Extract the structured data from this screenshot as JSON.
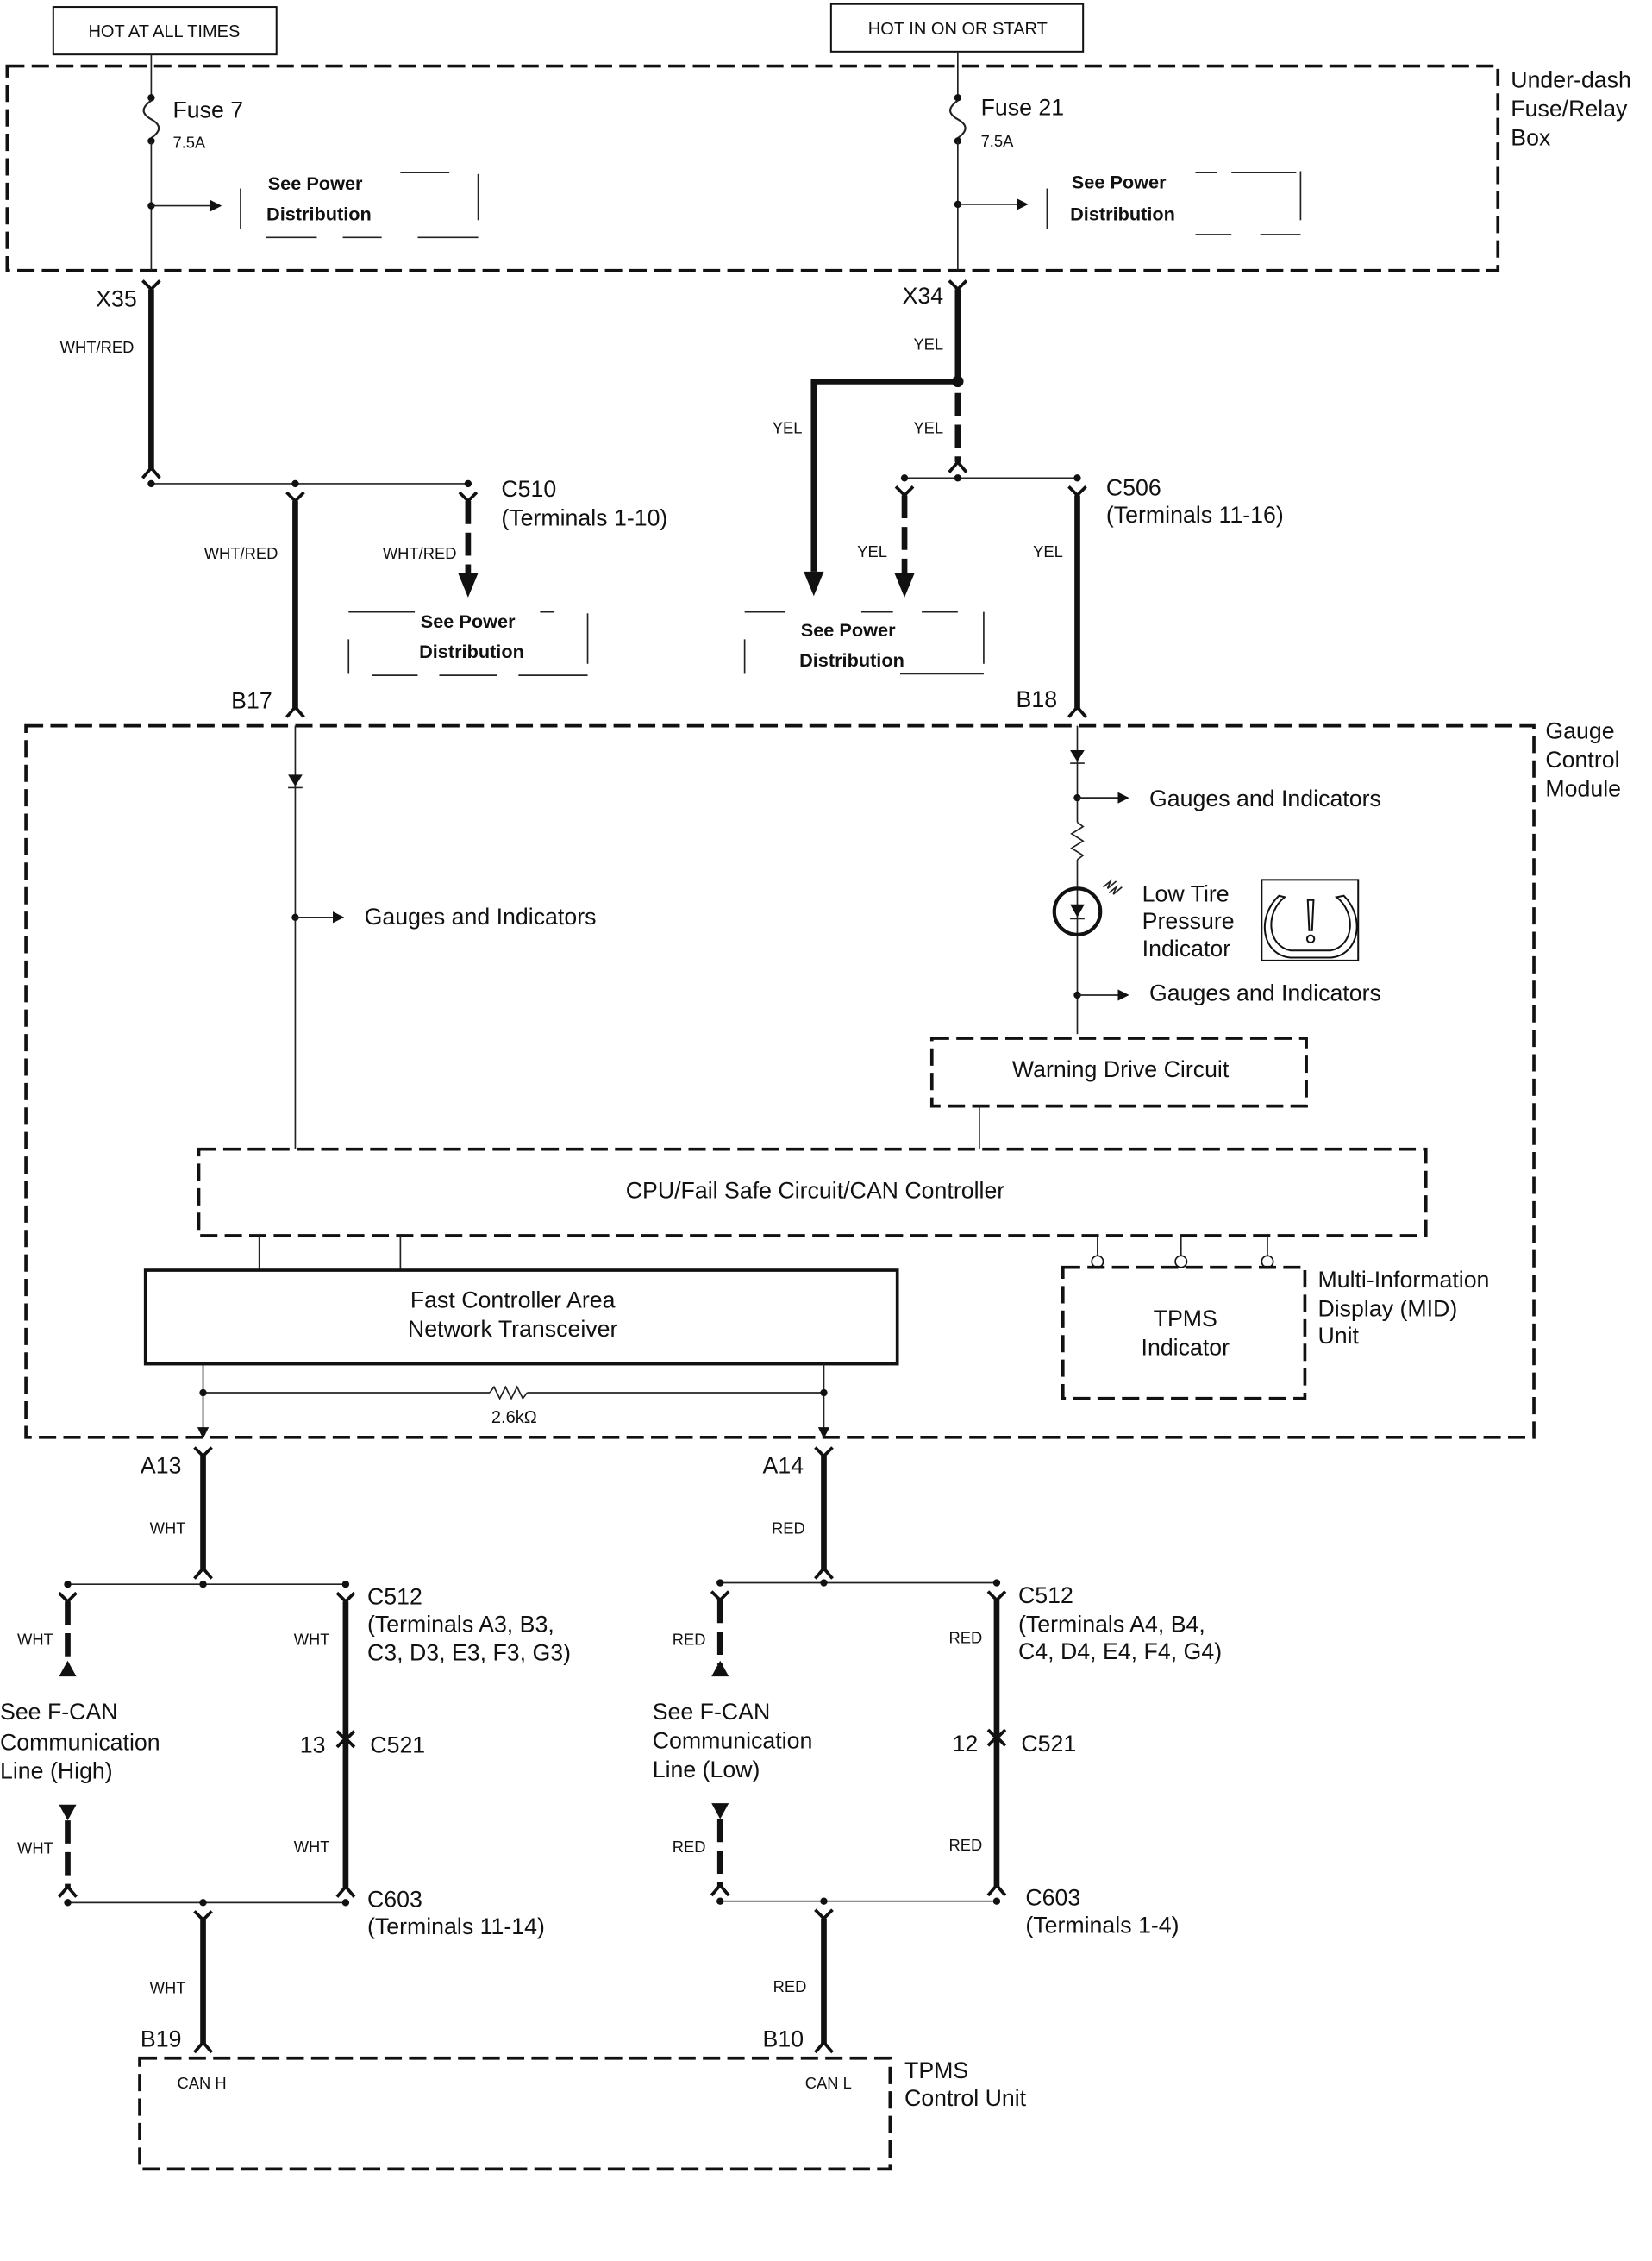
{
  "power_sources": {
    "hot_at_all_times": "HOT AT ALL TIMES",
    "hot_in_on_or_start": "HOT IN ON OR START"
  },
  "underdash_box": {
    "label_lines": [
      "Under-dash",
      "Fuse/Relay",
      "Box"
    ],
    "fuse_left": {
      "name": "Fuse 7",
      "rating": "7.5A"
    },
    "fuse_right": {
      "name": "Fuse 21",
      "rating": "7.5A"
    },
    "see_power_lines": [
      "See Power",
      "Distribution"
    ]
  },
  "connectors": {
    "x35": "X35",
    "x34": "X34",
    "c510": "C510",
    "c510_terms": "(Terminals 1-10)",
    "c506": "C506",
    "c506_terms": "(Terminals 11-16)",
    "b17": "B17",
    "b18": "B18",
    "a13": "A13",
    "a14": "A14",
    "c512": "C512",
    "c512_left_terms": [
      "(Terminals A3, B3,",
      "C3, D3, E3, F3, G3)"
    ],
    "c512_right_terms": [
      "(Terminals A4, B4,",
      "C4, D4, E4, F4, G4)"
    ],
    "c521": "C521",
    "c521_left_pin": "13",
    "c521_right_pin": "12",
    "c603": "C603",
    "c603_left_terms": "(Terminals 11-14)",
    "c603_right_terms": "(Terminals 1-4)",
    "b19": "B19",
    "b10": "B10"
  },
  "wires": {
    "wht_red": "WHT/RED",
    "yel": "YEL",
    "wht": "WHT",
    "red": "RED"
  },
  "gauge_module": {
    "label_lines": [
      "Gauge",
      "Control",
      "Module"
    ],
    "gauges_indicators": "Gauges and Indicators",
    "low_tire_lines": [
      "Low Tire",
      "Pressure",
      "Indicator"
    ],
    "warning_drive": "Warning Drive Circuit",
    "cpu": "CPU/Fail Safe Circuit/CAN Controller",
    "fcan_lines": [
      "Fast Controller Area",
      "Network Transceiver"
    ],
    "tpms_indicator_lines": [
      "TPMS",
      "Indicator"
    ],
    "mid_label_lines": [
      "Multi-Information",
      "Display (MID)",
      "Unit"
    ],
    "resistor_value": "2.6kΩ"
  },
  "fcan_refs": {
    "high_lines": [
      "See F-CAN",
      "Communication",
      "Line (High)"
    ],
    "low_lines": [
      "See F-CAN",
      "Communication",
      "Line (Low)"
    ]
  },
  "tpms_unit": {
    "label_lines": [
      "TPMS",
      "Control Unit"
    ],
    "can_h": "CAN H",
    "can_l": "CAN L"
  }
}
